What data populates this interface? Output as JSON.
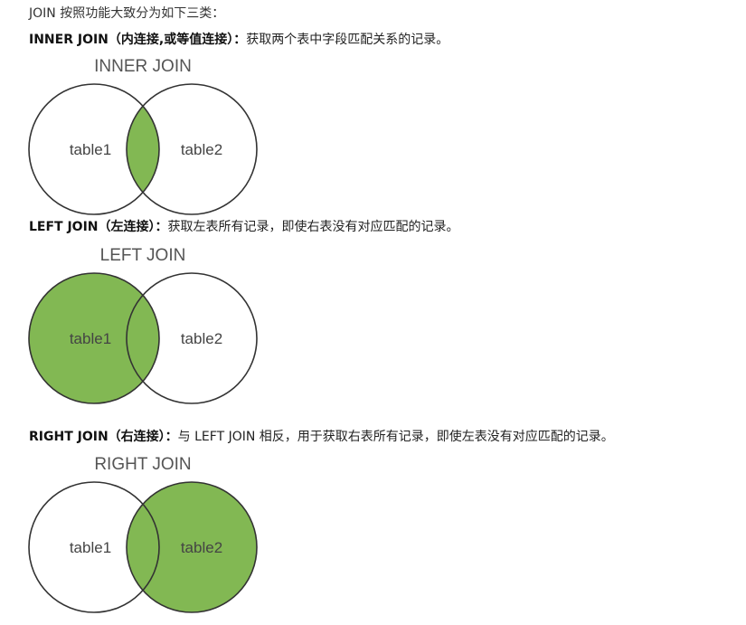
{
  "intro": "JOIN 按照功能大致分为如下三类：",
  "colors": {
    "fill": "#82b853",
    "stroke": "#333333"
  },
  "sections": [
    {
      "term": "INNER JOIN（内连接,或等值连接）：",
      "desc": "获取两个表中字段匹配关系的记录。",
      "diagram": {
        "title": "INNER JOIN",
        "left_label": "table1",
        "right_label": "table2",
        "highlight": "intersection"
      }
    },
    {
      "term": "LEFT JOIN（左连接）：",
      "desc": "获取左表所有记录，即使右表没有对应匹配的记录。",
      "diagram": {
        "title": "LEFT JOIN",
        "left_label": "table1",
        "right_label": "table2",
        "highlight": "left"
      }
    },
    {
      "term": "RIGHT JOIN（右连接）：",
      "desc": "与 LEFT JOIN 相反，用于获取右表所有记录，即使左表没有对应匹配的记录。",
      "diagram": {
        "title": "RIGHT JOIN",
        "left_label": "table1",
        "right_label": "table2",
        "highlight": "right"
      }
    }
  ]
}
